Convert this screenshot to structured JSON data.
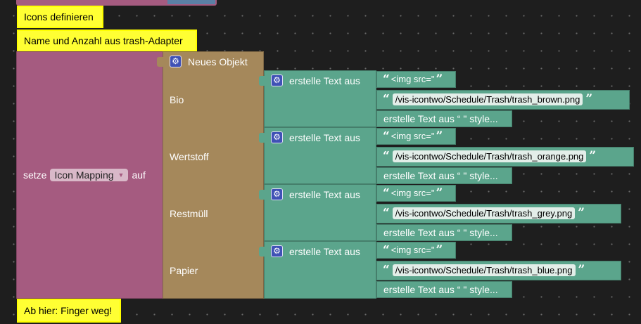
{
  "comments": {
    "icons_definieren": "Icons definieren",
    "name_anzahl": "Name und Anzahl aus trash-Adapter",
    "finger_weg": "Ab hier: Finger weg!"
  },
  "setze_block": {
    "prefix": "setze",
    "variable": "Icon Mapping",
    "suffix": "auf"
  },
  "object_block": {
    "title": "Neues Objekt",
    "keys": [
      "Bio",
      "Wertstoff",
      "Restmüll",
      "Papier"
    ]
  },
  "text_blocks": [
    {
      "label": "erstelle Text aus",
      "part1": "<img src=\"",
      "open_quote": "“",
      "path": "/vis-icontwo/Schedule/Trash/trash_brown.png",
      "close_quote": "”",
      "part3": "erstelle Text aus “ \" style..."
    },
    {
      "label": "erstelle Text aus",
      "part1": "<img src=\"",
      "open_quote": "“",
      "path": "/vis-icontwo/Schedule/Trash/trash_orange.png",
      "close_quote": "”",
      "part3": "erstelle Text aus “ \" style..."
    },
    {
      "label": "erstelle Text aus",
      "part1": "<img src=\"",
      "open_quote": "“",
      "path": "/vis-icontwo/Schedule/Trash/trash_grey.png",
      "close_quote": "”",
      "part3": "erstelle Text aus “ \" style..."
    },
    {
      "label": "erstelle Text aus",
      "part1": "<img src=\"",
      "open_quote": "“",
      "path": "/vis-icontwo/Schedule/Trash/trash_blue.png",
      "close_quote": "”",
      "part3": "erstelle Text aus “ \" style..."
    }
  ],
  "icons": {
    "mutator": "gear-icon",
    "dropdown": "triangle-down-icon"
  },
  "colors": {
    "comment": "#ffff33",
    "variables": "#a55b80",
    "object": "#a5885b",
    "text": "#5ba58c",
    "mutator": "#3f51b5"
  }
}
